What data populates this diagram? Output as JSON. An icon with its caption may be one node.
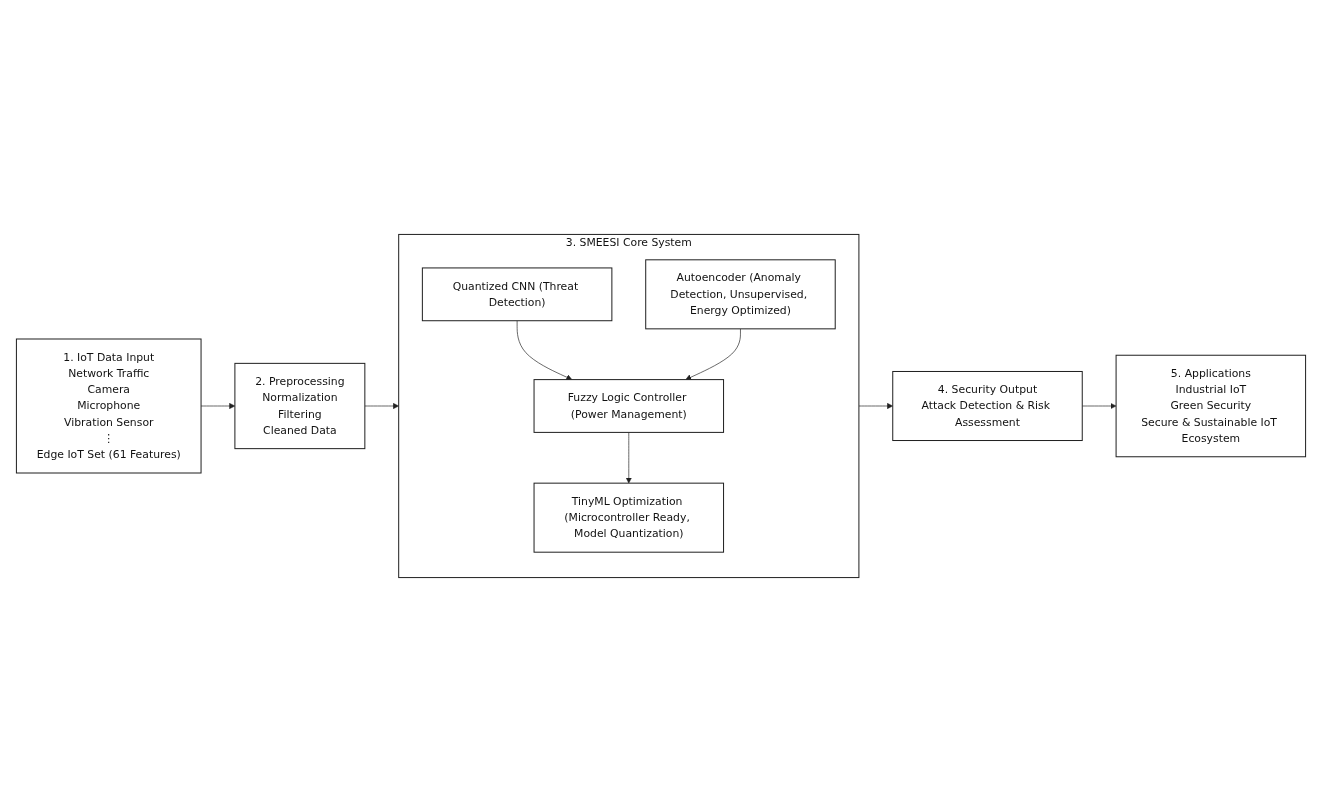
{
  "diagram": {
    "nodes": [
      {
        "text": [
          "1. IoT Data Input",
          "Network Traffic",
          "Camera",
          "Microphone",
          "Vibration Sensor",
          "⋮",
          "Edge IoT Set (61 Features)"
        ]
      },
      {
        "text": [
          "2. Preprocessing",
          "Normalization",
          "Filtering",
          "Cleaned Data"
        ]
      },
      {
        "text": [
          "3. SMEESI Core System"
        ]
      },
      {
        "text": [
          "Quantized CNN (Threat Detection)"
        ],
        "in": 2
      },
      {
        "text": [
          "Autoencoder (Anomaly Detection, Unsupervised, Energy Optimized)"
        ],
        "in": 2
      },
      {
        "text": [
          "Fuzzy Logic Controller (Power Management)"
        ],
        "in": 2
      },
      {
        "text": [
          "TinyML Optimization (Microcontroller Ready, Model Quantization)"
        ],
        "in": 2
      },
      {
        "text": [
          "4. Security Output",
          "Attack Detection & Risk Assessment"
        ]
      },
      {
        "text": [
          "5. Applications",
          "Industrial IoT",
          "Green Security",
          "Secure & Sustainable IoT Ecosystem"
        ]
      }
    ],
    "edges": [
      {
        "from": 0,
        "to": 1,
        "arrow": "to"
      },
      {
        "from": 1,
        "to": 2,
        "arrow": "to"
      },
      {
        "from": 3,
        "to": 5,
        "arrow": "to"
      },
      {
        "from": 4,
        "to": 5,
        "arrow": "to"
      },
      {
        "from": 5,
        "to": 6,
        "arrow": "to"
      },
      {
        "from": 2,
        "to": 7,
        "arrow": "to"
      },
      {
        "from": 7,
        "to": 8,
        "arrow": "to"
      }
    ]
  }
}
